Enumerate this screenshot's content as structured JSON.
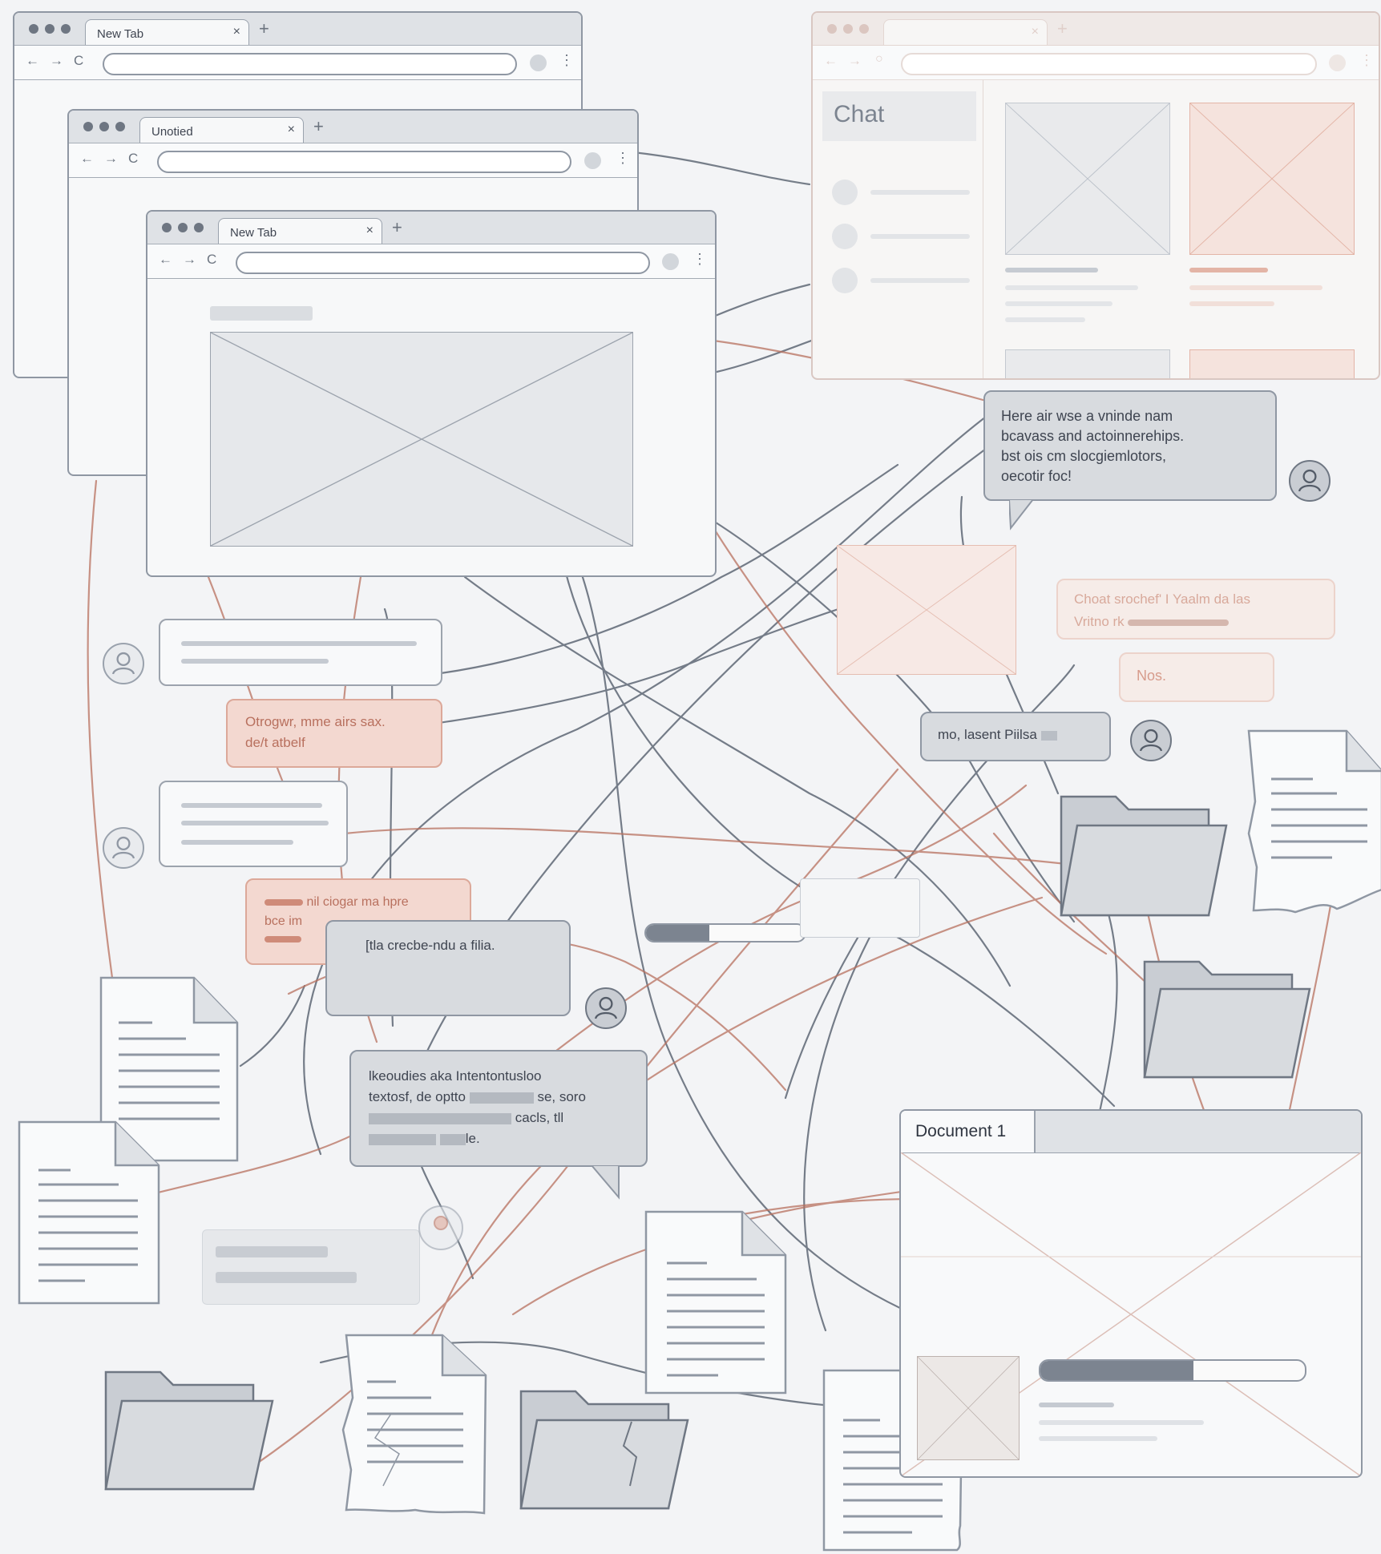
{
  "browser_windows": [
    {
      "tab_title": "New Tab",
      "new_tab_label": "+",
      "close_label": "×"
    },
    {
      "tab_title": "Unotied",
      "new_tab_label": "+",
      "close_label": "×"
    },
    {
      "tab_title": "New Tab",
      "new_tab_label": "+",
      "close_label": "×"
    },
    {
      "tab_title": "",
      "new_tab_label": "+",
      "close_label": "×"
    }
  ],
  "nav": {
    "back": "←",
    "forward": "→",
    "reload": "C",
    "menu": "⋮"
  },
  "chat_panel": {
    "title": "Chat"
  },
  "bubbles": {
    "top_right": [
      "Here air wse a vninde nam",
      "bcavass and actoinnerehips.",
      "bst ois cm slocgiemlotors,",
      "oecotir foc!"
    ],
    "ghost_right": [
      "Choat srochef' I Yaalm da las",
      "Vritno rk"
    ],
    "pink_small": "Nos.",
    "gray_mid": "mo, lasent Piilsa",
    "pink_left": [
      "Otrogwr, mme airs sax.",
      "de/t atbelf"
    ],
    "pink_left2": [
      "nil ciogar ma hpre",
      "bce im"
    ],
    "gray_center": "[tla crecbe-ndu a filia.",
    "center_large": [
      "lkeoudies aka Intentontusloo",
      "textosf, de optto",
      "se, soro",
      "cacls, tll",
      "le."
    ]
  },
  "document_window": {
    "title": "Document 1"
  },
  "progress": {
    "center": 0.4,
    "document": 0.58
  },
  "colors": {
    "wire_gray": "#5f6875",
    "wire_red": "#b8705e",
    "accent_pink": "#dca899"
  },
  "icons": [
    "document-icon",
    "folder-icon",
    "user-icon",
    "image-placeholder-icon"
  ]
}
